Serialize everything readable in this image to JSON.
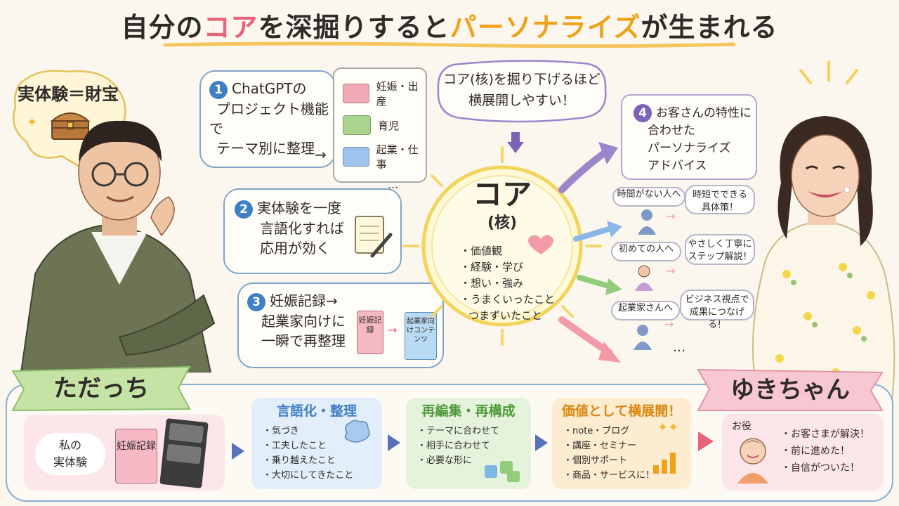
{
  "title": {
    "part1": "自分の",
    "highlight1": "コア",
    "part2": "を深掘りすると",
    "highlight2": "パーソナライズ",
    "part3": "が生まれる"
  },
  "treasure": {
    "text": "実体験＝財宝"
  },
  "steps": [
    {
      "num": "1",
      "lines": [
        "ChatGPTの",
        "プロジェクト機能で",
        "テーマ別に整理"
      ]
    },
    {
      "num": "2",
      "lines": [
        "実体験を一度",
        "言語化すれば",
        "応用が効く"
      ]
    },
    {
      "num": "3",
      "lines": [
        "妊娠記録→",
        "起業家向けに",
        "一瞬で再整理"
      ]
    }
  ],
  "folders": [
    {
      "label": "妊娠・出産",
      "color": "#f2a9b6"
    },
    {
      "label": "育児",
      "color": "#a9d48d"
    },
    {
      "label": "起業・仕事",
      "color": "#9cc4ec"
    },
    {
      "label": "…",
      "color": ""
    }
  ],
  "step3_books": {
    "book1": "妊娠記録",
    "book2": "起業家向けコンテンツ"
  },
  "top_bubble": {
    "lines": [
      "コア(核)を掘り下げるほど",
      "横展開しやすい！"
    ]
  },
  "core": {
    "title": "コア",
    "subtitle": "(核)",
    "items": [
      "・価値観",
      "・経験・学び",
      "・想い・強み",
      "・うまくいったこと",
      "つまずいたこと"
    ]
  },
  "step4": {
    "num": "4",
    "lines": [
      "お客さんの特性に",
      "合わせた",
      "パーソナライズ",
      "アドバイス"
    ]
  },
  "audience": [
    {
      "who": "時間がない人へ",
      "advice": [
        "時短でできる",
        "具体策！"
      ]
    },
    {
      "who": "初めての人へ",
      "advice": [
        "やさしく丁寧に",
        "ステップ解説！"
      ]
    },
    {
      "who": "起業家さんへ",
      "advice": [
        "ビジネス視点で",
        "成果につなげる！"
      ]
    }
  ],
  "audience_more": "…",
  "banners": {
    "left": "ただっち",
    "right": "ゆきちゃん"
  },
  "flow": {
    "experience": {
      "lines": [
        "私の",
        "実体験"
      ],
      "book": "妊娠記録"
    },
    "stages": [
      {
        "title": "言語化・整理",
        "items": [
          "・気づき",
          "・工夫したこと",
          "・乗り越えたこと",
          "・大切にしてきたこと"
        ]
      },
      {
        "title": "再編集・再構成",
        "items": [
          "・テーマに合わせて",
          "・相手に合わせて",
          "・必要な形に"
        ]
      },
      {
        "title": "価値として横展開！",
        "items": [
          "・note・ブログ",
          "・講座・セミナー",
          "・個別サポート",
          "・商品・サービスに！"
        ]
      }
    ],
    "result": {
      "label": "お役",
      "items": [
        "・お客さまが解決！",
        "・前に進めた！",
        "・自信がついた！"
      ]
    }
  },
  "colors": {
    "blue": "#3f7fc4",
    "pink": "#e8627a",
    "orange": "#f0a11a",
    "green": "#7cbf6a",
    "purple": "#7b63b8"
  }
}
